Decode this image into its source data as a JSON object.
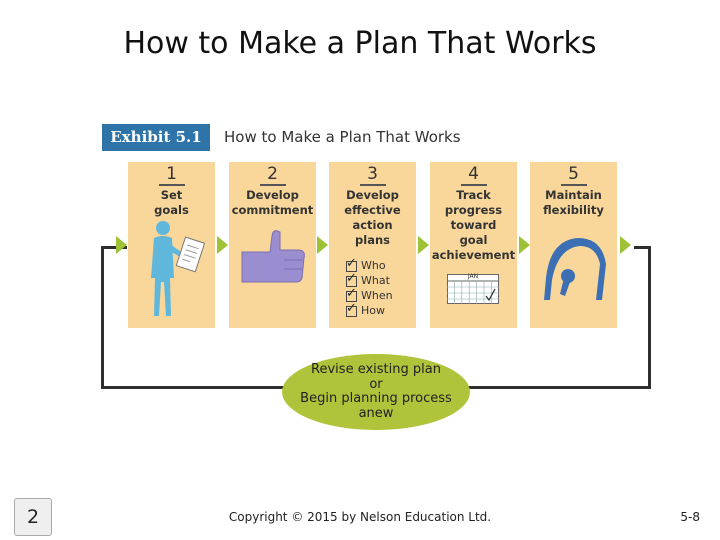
{
  "slide": {
    "title": "How to Make a Plan That Works",
    "corner_badge": "2",
    "copyright": "Copyright © 2015 by Nelson Education Ltd.",
    "page_number": "5-8"
  },
  "exhibit": {
    "badge": "Exhibit 5.1",
    "title": "How to Make a Plan That Works"
  },
  "steps": [
    {
      "number": "1",
      "label": "Set\ngoals"
    },
    {
      "number": "2",
      "label": "Develop\ncommitment"
    },
    {
      "number": "3",
      "label": "Develop\neffective\naction\nplans"
    },
    {
      "number": "4",
      "label": "Track\nprogress\ntoward\ngoal\nachievement"
    },
    {
      "number": "5",
      "label": "Maintain\nflexibility"
    }
  ],
  "checklist": [
    "Who",
    "What",
    "When",
    "How"
  ],
  "calendar_label": "JAN",
  "revise": {
    "text": "Revise existing plan\nor\nBegin planning process\nanew"
  },
  "colors": {
    "step_fill": "#f9d79a",
    "arrow": "#9dc235",
    "ellipse": "#b1c23b",
    "badge": "#2f74a8",
    "figure_blue": "#5fb8dc",
    "hand_purple": "#9b8ed0",
    "gymnast_blue": "#3d6fb5"
  },
  "icons": [
    "clipboard-person-icon",
    "thumbs-up-icon",
    "checklist-icon",
    "calendar-icon",
    "gymnast-icon"
  ]
}
